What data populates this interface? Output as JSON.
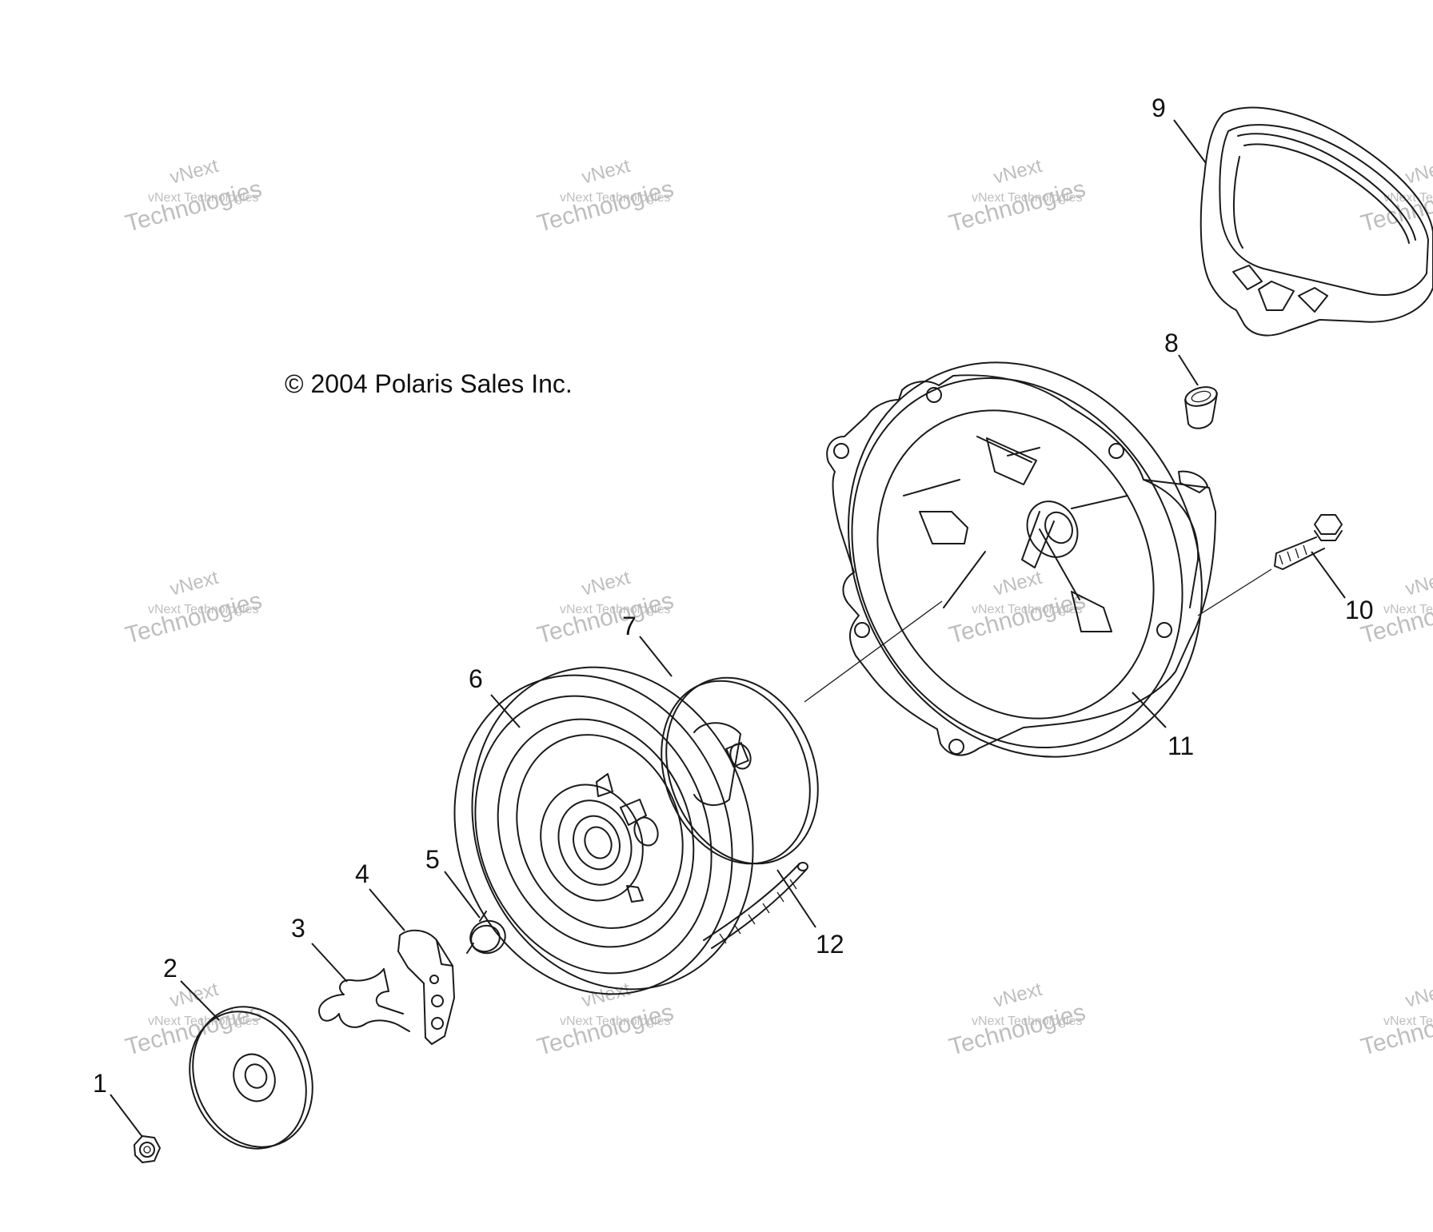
{
  "copyright": "© 2004 Polaris Sales Inc.",
  "watermark": {
    "line1": "vNext",
    "line2": "vNext Technologies",
    "line3": "Technologies"
  },
  "callouts": [
    "1",
    "2",
    "3",
    "4",
    "5",
    "6",
    "7",
    "8",
    "9",
    "10",
    "11",
    "12"
  ],
  "colors": {
    "line": "#1a1a1a",
    "background": "#ffffff",
    "watermark": "#8a8a8a"
  }
}
